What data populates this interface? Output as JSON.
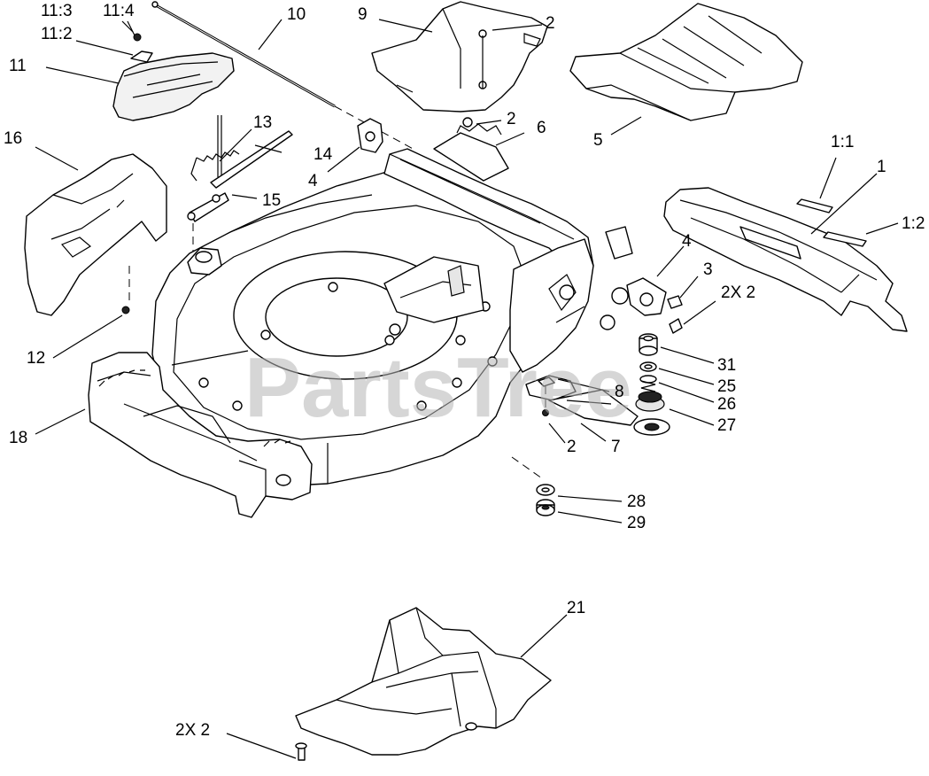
{
  "watermark": "PartsTree",
  "callouts": {
    "c11_3": "11:3",
    "c11_4": "11:4",
    "c11_2": "11:2",
    "c11": "11",
    "c10": "10",
    "c9": "9",
    "c2_top": "2",
    "c2_mid": "2",
    "c6": "6",
    "c5": "5",
    "c16": "16",
    "c13": "13",
    "c14": "14",
    "c4_left": "4",
    "c15": "15",
    "c1_1": "1:1",
    "c1": "1",
    "c1_2": "1:2",
    "c4_right": "4",
    "c3": "3",
    "c2x2_right": "2X 2",
    "c12": "12",
    "c8": "8",
    "c31": "31",
    "c25": "25",
    "c26": "26",
    "c27": "27",
    "c7": "7",
    "c2_low": "2",
    "c18": "18",
    "c28": "28",
    "c29": "29",
    "c21": "21",
    "c2x2_bottom": "2X 2"
  }
}
